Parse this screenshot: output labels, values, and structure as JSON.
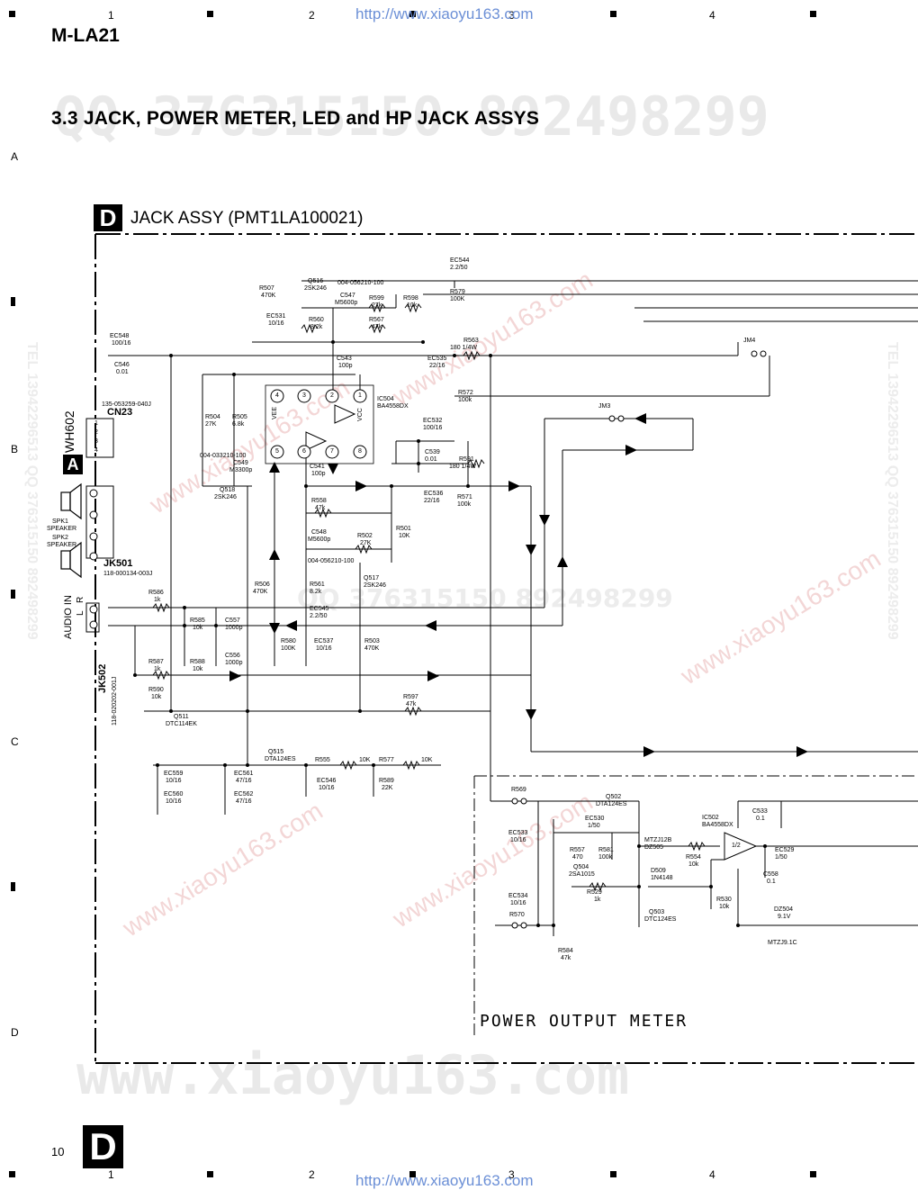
{
  "header": {
    "model": "M-LA21",
    "url": "http://www.xiaoyu163.com",
    "column_numbers": [
      "1",
      "2",
      "3",
      "4"
    ],
    "row_letters": [
      "A",
      "B",
      "C",
      "D"
    ]
  },
  "title": "3.3 JACK, POWER METER, LED and HP JACK ASSYS",
  "watermarks": {
    "qq": "QQ 376315150  892498299",
    "site": "www.xiaoyu163.com",
    "tel": "TEL 13942296513  QQ 376315150  892498299"
  },
  "section": {
    "badge": "D",
    "label": "JACK ASSY (PMT1LA100021)",
    "sub_block_label": "POWER OUTPUT METER"
  },
  "connectors": {
    "wh602": {
      "badge": "A",
      "ref": "WH602",
      "cn": "CN23",
      "part": "135-053259-040J",
      "pins": [
        "1",
        "2",
        "3",
        "4"
      ]
    },
    "jk501": {
      "ref": "JK501",
      "part": "118-000134-003J",
      "labels": [
        "SPK1",
        "SPEAKER",
        "SPK2",
        "SPEAKER"
      ]
    },
    "jk502": {
      "ref": "JK502",
      "part": "118-020202-001J",
      "label": "AUDIO IN",
      "pins": [
        "L",
        "R"
      ]
    }
  },
  "components": {
    "ic504": [
      "IC504",
      "BA4558DX"
    ],
    "ic502": [
      "IC502",
      "BA4558DX"
    ],
    "ic502_half": "1/2",
    "ic504_pins": [
      "4",
      "3",
      "2",
      "1",
      "5",
      "6",
      "7",
      "8"
    ],
    "vee": "VEE",
    "vcc": "VCC",
    "q516": [
      "Q516",
      "2SK246"
    ],
    "q518": [
      "Q518",
      "2SK246"
    ],
    "q517": [
      "Q517",
      "2SK246"
    ],
    "q511": [
      "Q511",
      "DTC114EK"
    ],
    "q515": [
      "Q515",
      "DTA124ES"
    ],
    "q502": [
      "Q502",
      "DTA124ES"
    ],
    "q504": [
      "Q504",
      "2SA1015"
    ],
    "q503": [
      "Q503",
      "DTC124ES"
    ],
    "part_004a": "004-056210-100",
    "part_004b": "004-033210-100",
    "part_004c": "004-056210-100",
    "r507": [
      "R507",
      "470K"
    ],
    "r560": [
      "R560",
      "8.2k"
    ],
    "r567": [
      "R567",
      "47k"
    ],
    "r599": [
      "R599",
      "27k"
    ],
    "r598": [
      "R598",
      "10k"
    ],
    "r579": [
      "R579",
      "100K"
    ],
    "r563": [
      "R563",
      "180 1/4W"
    ],
    "r572": [
      "R572",
      "100k"
    ],
    "r504": [
      "R504",
      "27K"
    ],
    "r505": [
      "R505",
      "6.8k"
    ],
    "r591": [
      "R591",
      "180 1/4W"
    ],
    "r571": [
      "R571",
      "100k"
    ],
    "r558": [
      "R558",
      "47k"
    ],
    "r501": [
      "R501",
      "10K"
    ],
    "r502": [
      "R502",
      "27K"
    ],
    "r506": [
      "R506",
      "470K"
    ],
    "r561": [
      "R561",
      "8.2k"
    ],
    "r586": [
      "R586",
      "1k"
    ],
    "r585": [
      "R585",
      "10k"
    ],
    "r588": [
      "R588",
      "10k"
    ],
    "r587": [
      "R587",
      "1k"
    ],
    "r590": [
      "R590",
      "10k"
    ],
    "r580": [
      "R580",
      "100K"
    ],
    "r503": [
      "R503",
      "470K"
    ],
    "r597": [
      "R597",
      "47k"
    ],
    "r555": [
      "R555",
      "10K"
    ],
    "r577": [
      "R577",
      "10K"
    ],
    "r589": [
      "R589",
      "22K"
    ],
    "r569": "R569",
    "r570": "R570",
    "r557": [
      "R557",
      "470"
    ],
    "r581": [
      "R581",
      "100k"
    ],
    "r529": [
      "R529",
      "1k"
    ],
    "r554": [
      "R554",
      "10k"
    ],
    "r530": [
      "R530",
      "10k"
    ],
    "r584": [
      "R584",
      "47k"
    ],
    "ec544": [
      "EC544",
      "2.2/50"
    ],
    "ec548": [
      "EC548",
      "100/16"
    ],
    "c546": [
      "C546",
      "0.01"
    ],
    "ec531": [
      "EC531",
      "10/16"
    ],
    "c547": [
      "C547",
      "M5600p"
    ],
    "c543": [
      "C543",
      "100p"
    ],
    "ec535": [
      "EC535",
      "22/16"
    ],
    "ec532": [
      "EC532",
      "100/16"
    ],
    "c539": [
      "C539",
      "0.01"
    ],
    "c549": [
      "C549",
      "M3300p"
    ],
    "c541": [
      "C541",
      "100p"
    ],
    "ec536": [
      "EC536",
      "22/16"
    ],
    "c548": [
      "C548",
      "M5600p"
    ],
    "ec545": [
      "EC545",
      "2.2/50"
    ],
    "ec537": [
      "EC537",
      "10/16"
    ],
    "c557": [
      "C557",
      "1000p"
    ],
    "c556": [
      "C556",
      "1000p"
    ],
    "ec559": [
      "EC559",
      "10/16"
    ],
    "ec560": [
      "EC560",
      "10/16"
    ],
    "ec561": [
      "EC561",
      "47/16"
    ],
    "ec562": [
      "EC562",
      "47/16"
    ],
    "ec546": [
      "EC546",
      "10/16"
    ],
    "ec533": [
      "EC533",
      "10/16"
    ],
    "ec534": [
      "EC534",
      "10/16"
    ],
    "ec530": [
      "EC530",
      "1/50"
    ],
    "c533": [
      "C533",
      "0.1"
    ],
    "ec529": [
      "EC529",
      "1/50"
    ],
    "c558": [
      "C558",
      "0.1"
    ],
    "dz505": [
      "MTZJ12B",
      "DZ505"
    ],
    "d509": [
      "D509",
      "1N4148"
    ],
    "dz504": [
      "DZ504",
      "9.1V"
    ],
    "mtzj91c": "MTZJ9.1C",
    "jm4": "JM4",
    "jm3": "JM3"
  },
  "footer": {
    "page_number": "10",
    "badge": "D",
    "column_numbers": [
      "1",
      "2",
      "3",
      "4"
    ],
    "url": "http://www.xiaoyu163.com"
  },
  "colors": {
    "ink": "#000000",
    "url": "#6b8fd6",
    "watermark": "#e9e9e9",
    "watermark_red": "#f3d6d6"
  }
}
